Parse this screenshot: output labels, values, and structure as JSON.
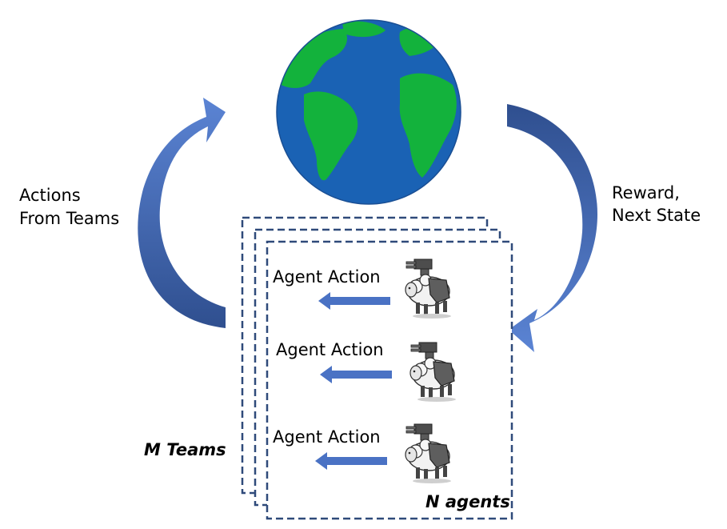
{
  "diagram": {
    "left_label": [
      "Actions",
      "From Teams"
    ],
    "right_label": [
      "Reward,",
      "Next State"
    ],
    "teams_label": "M Teams",
    "agents_label": "N agents",
    "agent_rows": [
      {
        "label": "Agent Action"
      },
      {
        "label": "Agent Action"
      },
      {
        "label": "Agent Action"
      }
    ],
    "icons": {
      "environment": "globe-icon",
      "agent": "sheep-robot-icon"
    },
    "colors": {
      "arrow_blue": "#4a72c4",
      "arrow_dark": "#2f4f8f",
      "ocean": "#1a62b4",
      "land": "#13b23c",
      "frame": "#2f4a7a"
    }
  }
}
